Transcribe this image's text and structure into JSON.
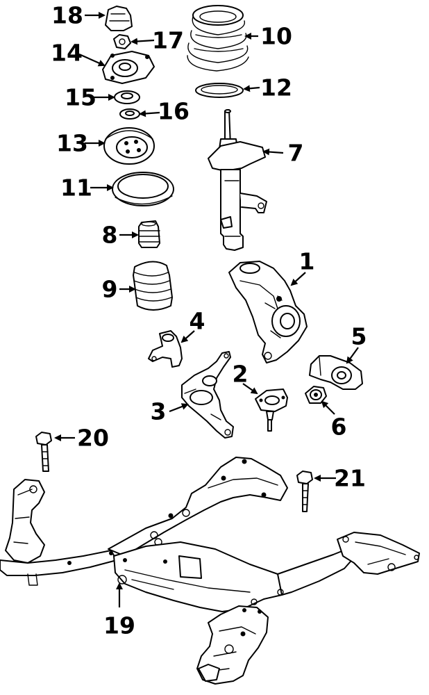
{
  "callouts": {
    "c1": "1",
    "c2": "2",
    "c3": "3",
    "c4": "4",
    "c5": "5",
    "c6": "6",
    "c7": "7",
    "c8": "8",
    "c9": "9",
    "c10": "10",
    "c11": "11",
    "c12": "12",
    "c13": "13",
    "c14": "14",
    "c15": "15",
    "c16": "16",
    "c17": "17",
    "c18": "18",
    "c19": "19",
    "c20": "20",
    "c21": "21"
  },
  "colors": {
    "ink": "#000000",
    "background": "#ffffff"
  }
}
